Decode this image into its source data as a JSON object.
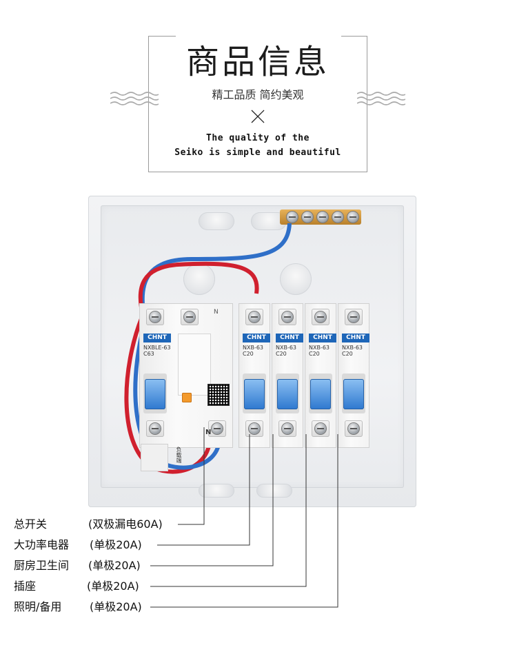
{
  "header": {
    "title_cn": "商品信息",
    "subtitle_cn": "精工品质 简约美观",
    "title_en_line1": "The quality of the",
    "title_en_line2": "Seiko is simple and beautiful",
    "cross_icon": "cross-icon"
  },
  "product": {
    "brand": "CHNT",
    "main_breaker": {
      "model": "NXBLE-63",
      "rating": "C63",
      "pole_labels": [
        "",
        "N"
      ]
    },
    "branch_breakers": [
      {
        "model": "NXB-63",
        "rating": "C20"
      },
      {
        "model": "NXB-63",
        "rating": "C20"
      },
      {
        "model": "NXB-63",
        "rating": "C20"
      },
      {
        "model": "NXB-63",
        "rating": "C20"
      }
    ],
    "neutral_mark": "N",
    "load_mark": "负载端"
  },
  "legend": [
    {
      "label": "总开关",
      "spec": "(双极漏电60A)"
    },
    {
      "label": "大功率电器",
      "spec": "(单极20A)"
    },
    {
      "label": "厨房卫生间",
      "spec": "(单极20A)"
    },
    {
      "label": "插座",
      "spec": "(单极20A)"
    },
    {
      "label": "照明/备用",
      "spec": "(单极20A)"
    }
  ],
  "colors": {
    "wire_red": "#d0202e",
    "wire_blue": "#2f6fc8",
    "breaker_toggle": "#2e78cf",
    "brand_blue": "#1e66b8",
    "busbar_brass": "#c98f36"
  }
}
